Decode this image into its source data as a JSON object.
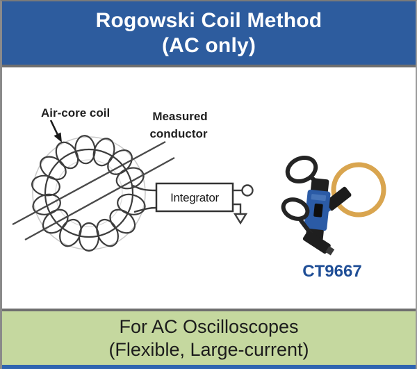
{
  "header": {
    "line1": "Rogowski Coil Method",
    "line2": "(AC only)"
  },
  "diagram": {
    "air_core_coil_label": "Air-core coil",
    "measured_conductor_line1": "Measured",
    "measured_conductor_line2": "conductor",
    "integrator_label": "Integrator",
    "product_model": "CT9667"
  },
  "footer": {
    "line1": "For AC Oscilloscopes",
    "line2": "(Flexible, Large-current)"
  },
  "colors": {
    "header_bg": "#2D5C9E",
    "header_text": "#FFFFFF",
    "footer_bg": "#C5D89F",
    "footer_text": "#1C1C1C",
    "bottom_strip_blue": "#2E64B0",
    "frame_gray": "#6F6F6F",
    "model_label_blue": "#1F4E96",
    "product_body_blue": "#2B5BA6",
    "rogowski_loop_tan": "#D9A54F",
    "diagram_line": "#3D3D3D"
  }
}
